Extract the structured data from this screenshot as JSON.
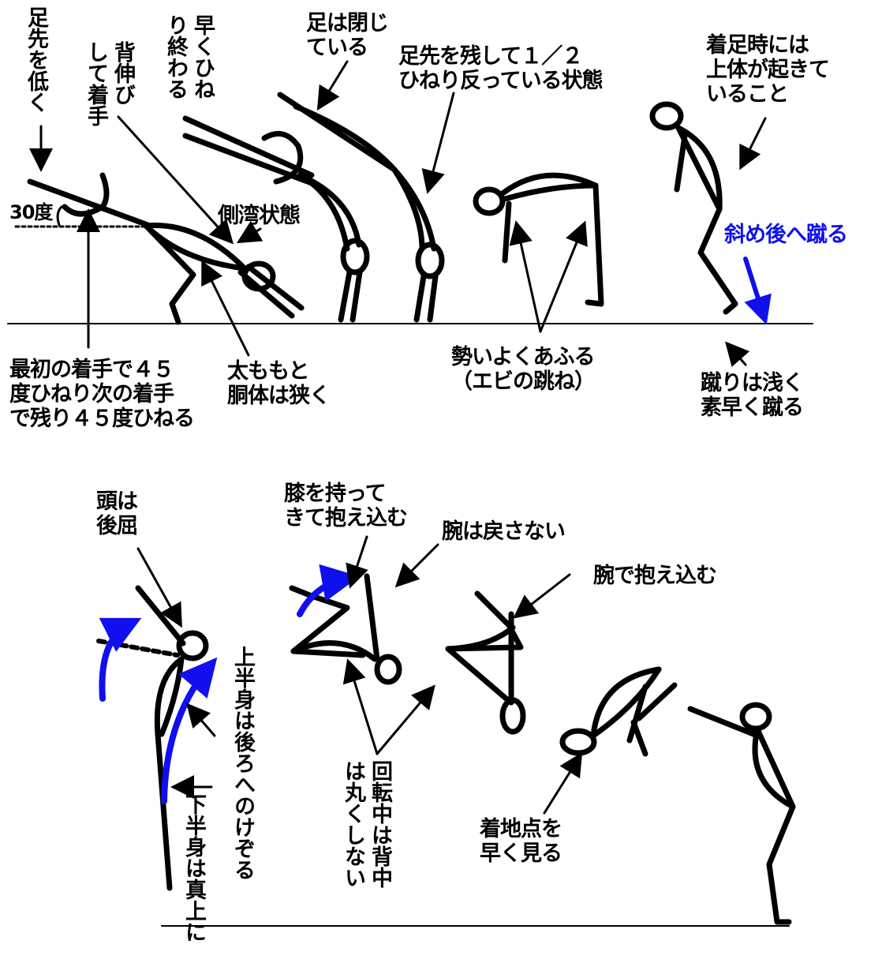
{
  "top": {
    "toe_low": "足先を低く",
    "stretch_hand": "背伸び\nして着手",
    "twist_early": "早くひね\nり終わる",
    "feet_closed": "足は閉じ\nている",
    "half_twist": "足先を残して１／２\nひねり反っている状態",
    "landing_upright": "着足時には\n上体が起きて\nいること",
    "angle": "30度",
    "scoliosis": "側湾状態",
    "kick_diag": "斜め後へ蹴る",
    "first_hand": "最初の着手で４５\n度ひねり次の着手\nで残り４５度ひねる",
    "thigh_torso": "太ももと\n胴体は狭く",
    "swing": "勢いよくあふる\n（エビの跳ね）",
    "kick_shallow": "蹴りは浅く\n素早く蹴る"
  },
  "bottom": {
    "head_back": "頭は\n後屈",
    "knee_tuck": "膝を持って\nきて抱え込む",
    "arms_no_return": "腕は戻さない",
    "arms_tuck": "腕で抱え込む",
    "upper_body": "上半身は後ろへのけぞる",
    "lower_body": "下半身は真上に",
    "back_round": "回転中は背中\nは丸くしない",
    "look_landing": "着地点を\n早く見る"
  },
  "colors": {
    "line": "#000000",
    "accent": "#1010ee"
  }
}
